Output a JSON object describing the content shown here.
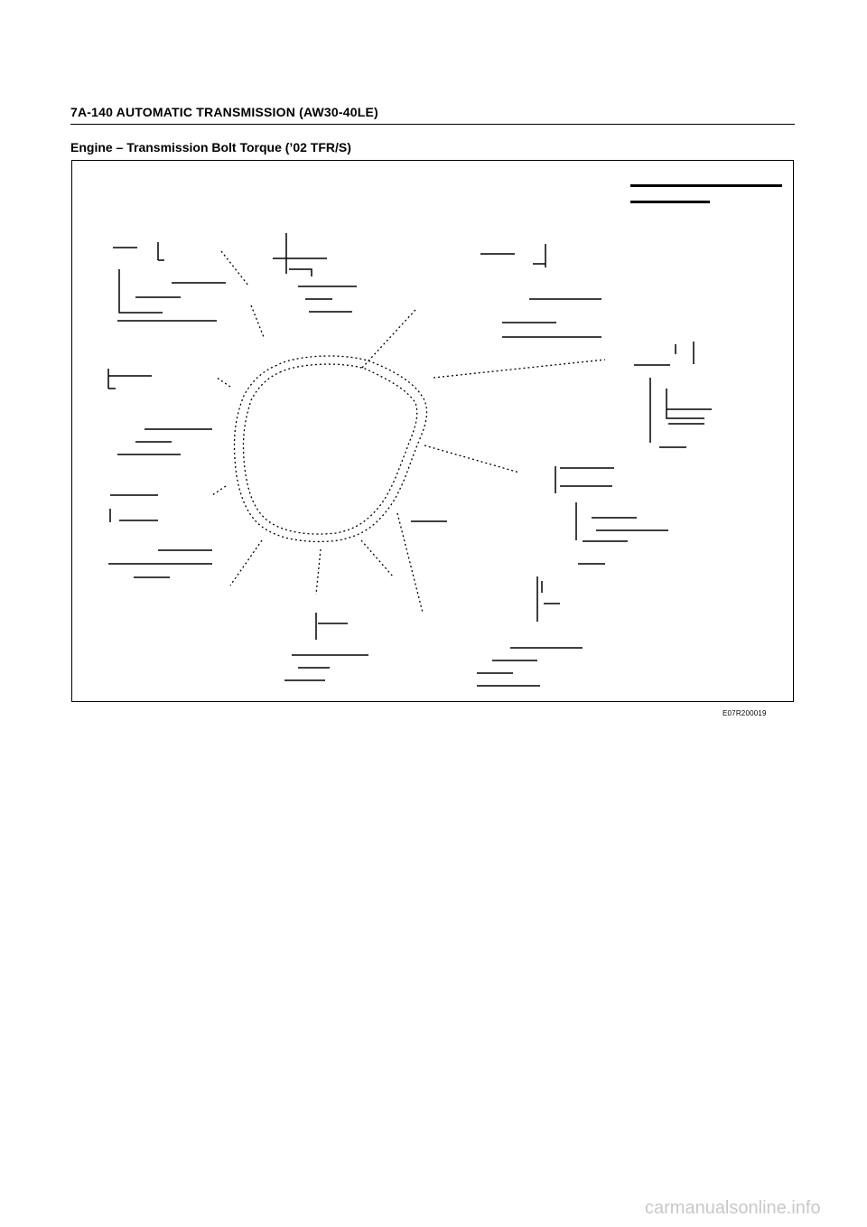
{
  "header": {
    "title": "7A-140  AUTOMATIC TRANSMISSION (AW30-40LE)"
  },
  "section": {
    "title": "Engine – Transmission Bolt Torque (’02 TFR/S)"
  },
  "figure": {
    "code": "E07R200019",
    "legend_illegible": true
  },
  "watermark": {
    "text": "carmanualsonline.info"
  }
}
